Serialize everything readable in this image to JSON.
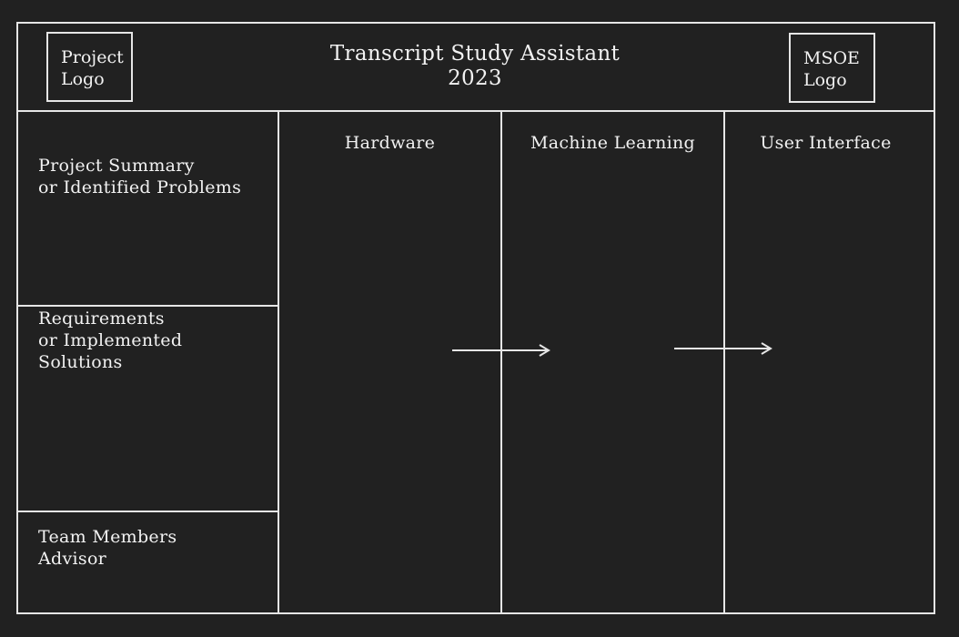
{
  "header": {
    "project_logo": "Project\nLogo",
    "title": "Transcript Study Assistant\n2023",
    "msoe_logo": "MSOE\nLogo"
  },
  "left_panel": {
    "summary": "Project Summary\nor Identified Problems",
    "requirements": "Requirements\nor Implemented\nSolutions",
    "team": "Team Members\nAdvisor"
  },
  "columns": [
    {
      "label": "Hardware"
    },
    {
      "label": "Machine Learning"
    },
    {
      "label": "User Interface"
    }
  ],
  "connectors": [
    {
      "from": "Hardware",
      "to": "Machine Learning"
    },
    {
      "from": "Machine Learning",
      "to": "User Interface"
    }
  ],
  "colors": {
    "background": "#212121",
    "line": "#e6e6e6",
    "text": "#f2f2f2"
  }
}
